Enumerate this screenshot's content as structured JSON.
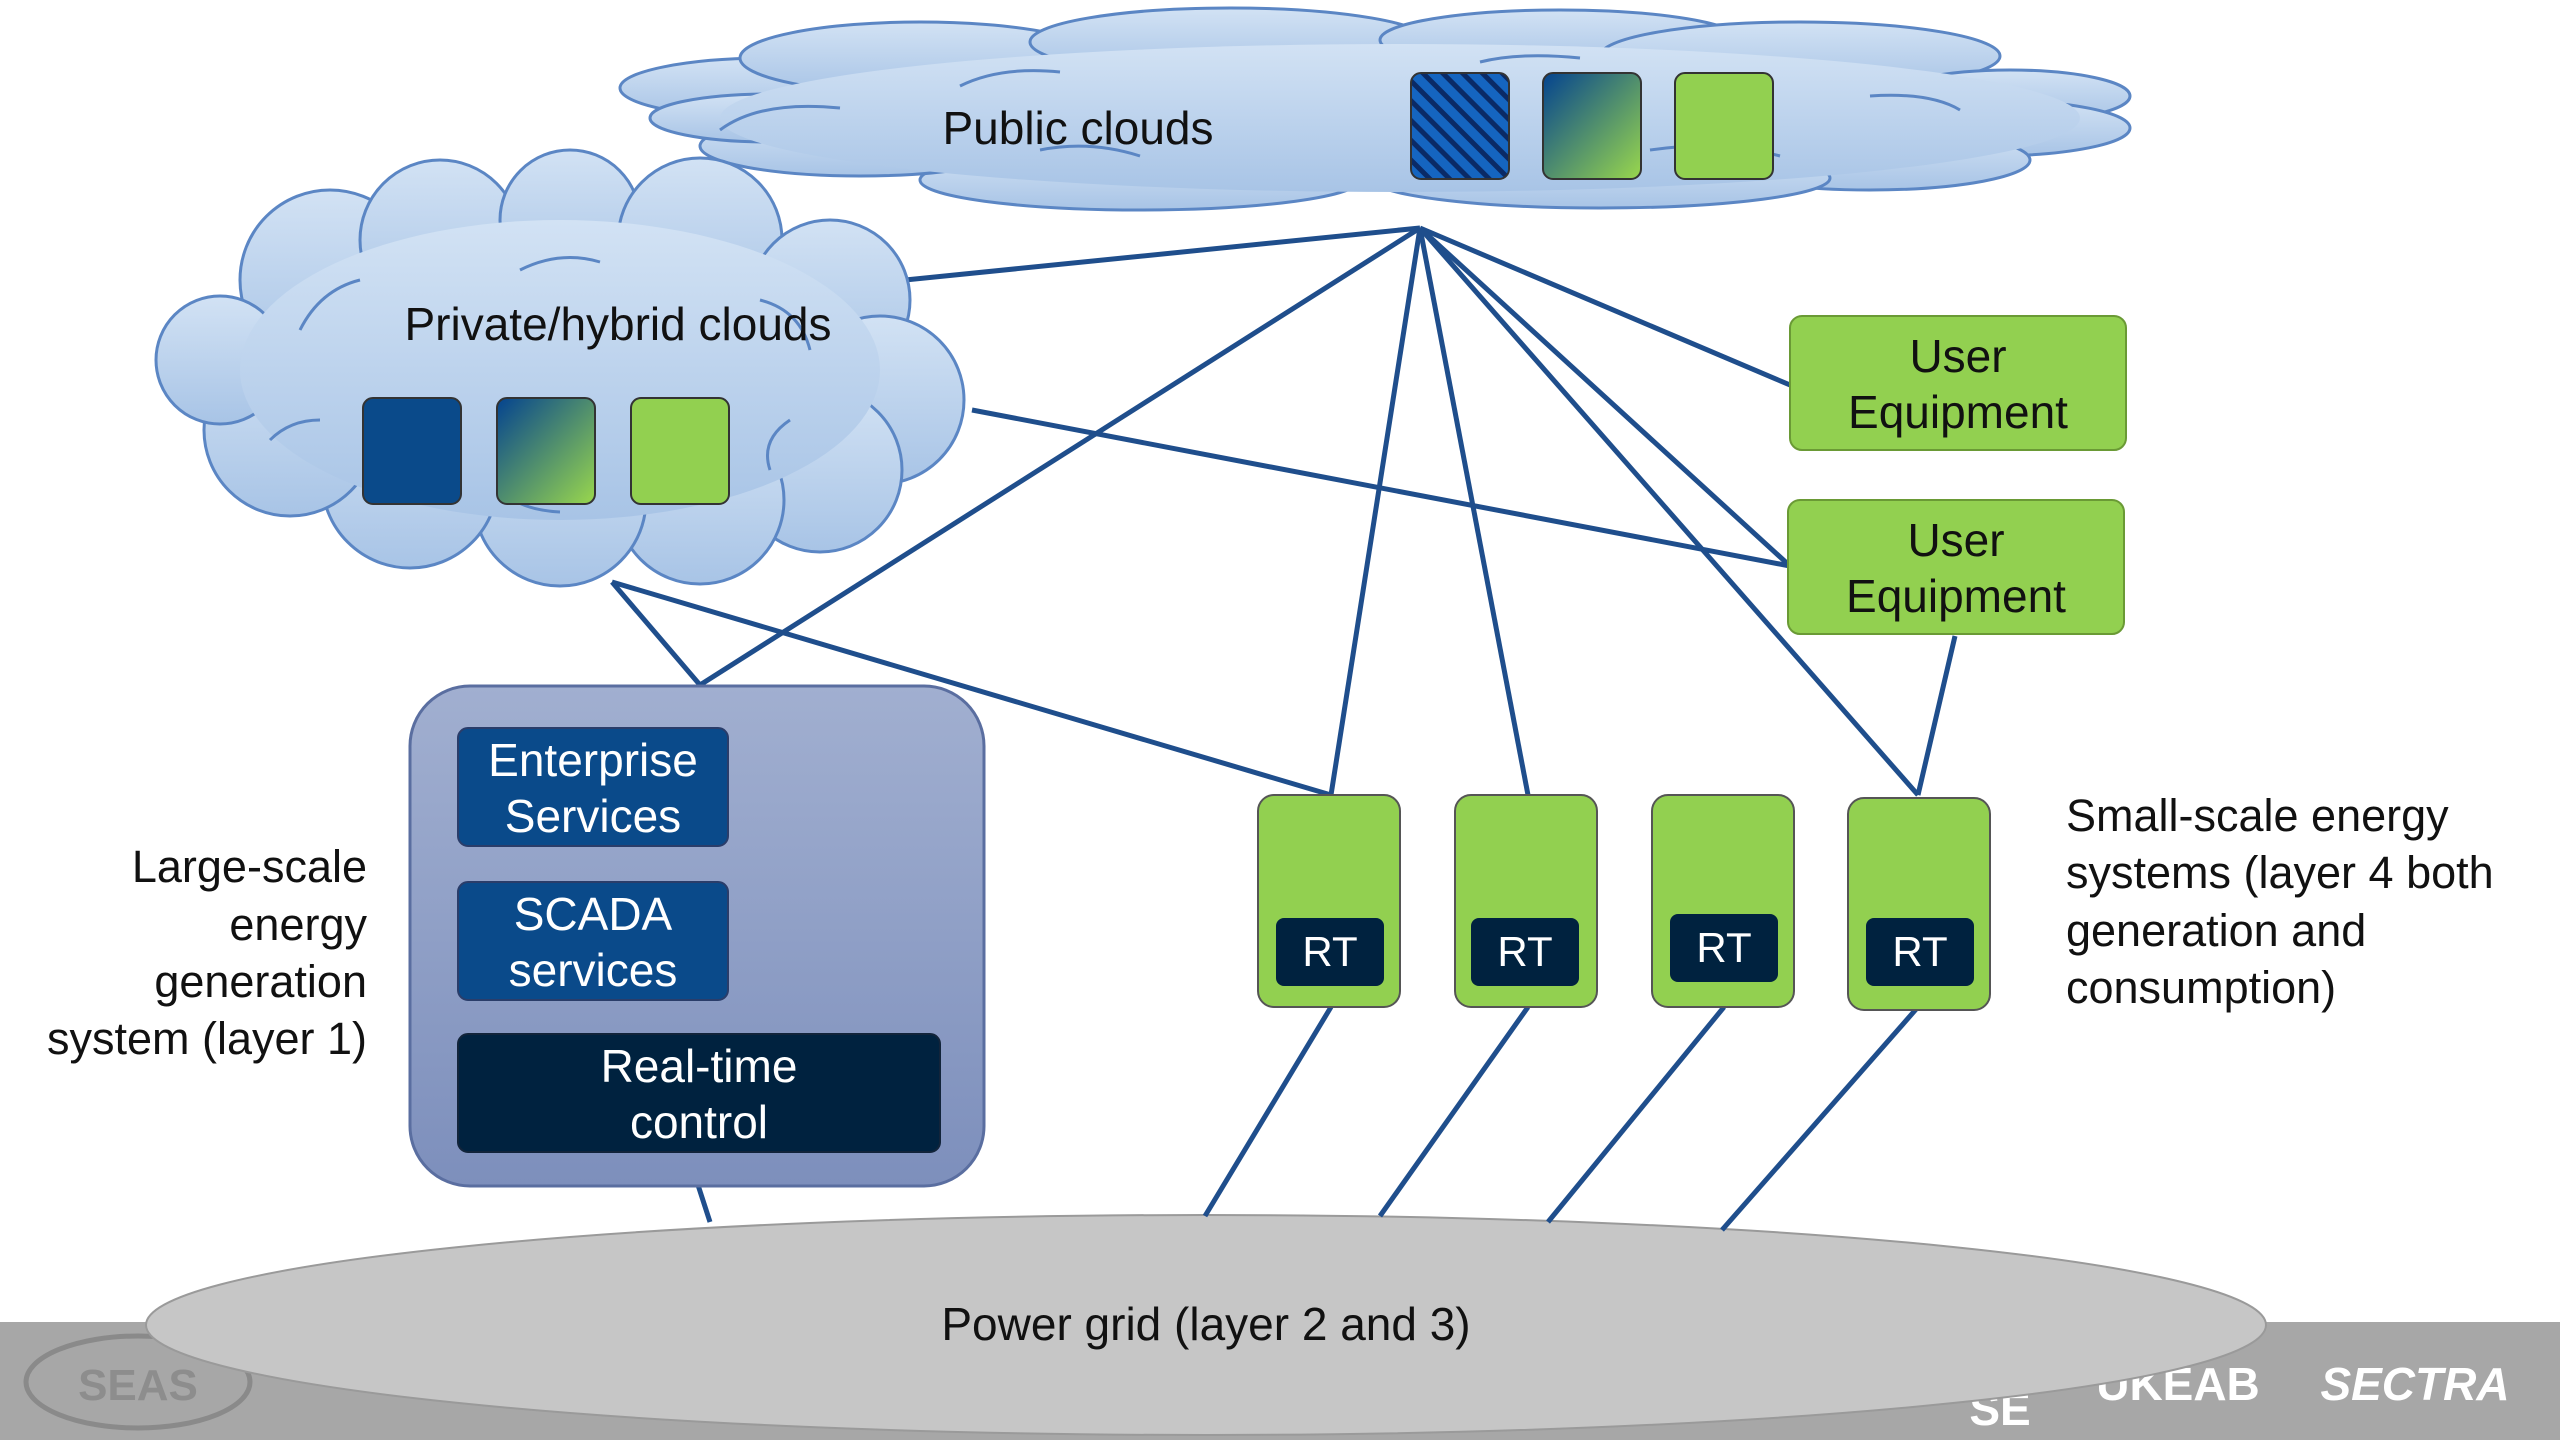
{
  "clouds": {
    "public": {
      "label": "Public clouds"
    },
    "private": {
      "label": "Private/hybrid clouds"
    }
  },
  "large_system": {
    "enterprise": [
      "Enterprise",
      "Services"
    ],
    "scada": [
      "SCADA",
      "services"
    ],
    "realtime": [
      "Real-time",
      "control"
    ],
    "caption": [
      "Large-scale",
      "energy",
      "generation",
      "system (layer 1)"
    ]
  },
  "user_equipment": [
    {
      "lines": [
        "User",
        "Equipment"
      ]
    },
    {
      "lines": [
        "User",
        "Equipment"
      ]
    }
  ],
  "rt_units": [
    {
      "label": "RT"
    },
    {
      "label": "RT"
    },
    {
      "label": "RT"
    },
    {
      "label": "RT"
    }
  ],
  "small_caption": [
    "Small-scale energy",
    "systems (layer 4 both",
    "generation and",
    "consumption)"
  ],
  "power_grid": {
    "label": "Power grid (layer 2 and 3)"
  },
  "footer": {
    "logos": [
      "SEAS",
      "SE",
      "UKEAB",
      "SECTRA"
    ]
  },
  "colors": {
    "line": "#1f4e8c",
    "cloud_fill": "#b8d0ea",
    "cloud_stroke": "#5b86c4",
    "green": "#92d050",
    "navy": "#0a4a8a",
    "dark": "#00223f",
    "big_box": "#8c9cc4",
    "grid_fill": "#c6c6c6",
    "footer": "#a7a7a7"
  }
}
